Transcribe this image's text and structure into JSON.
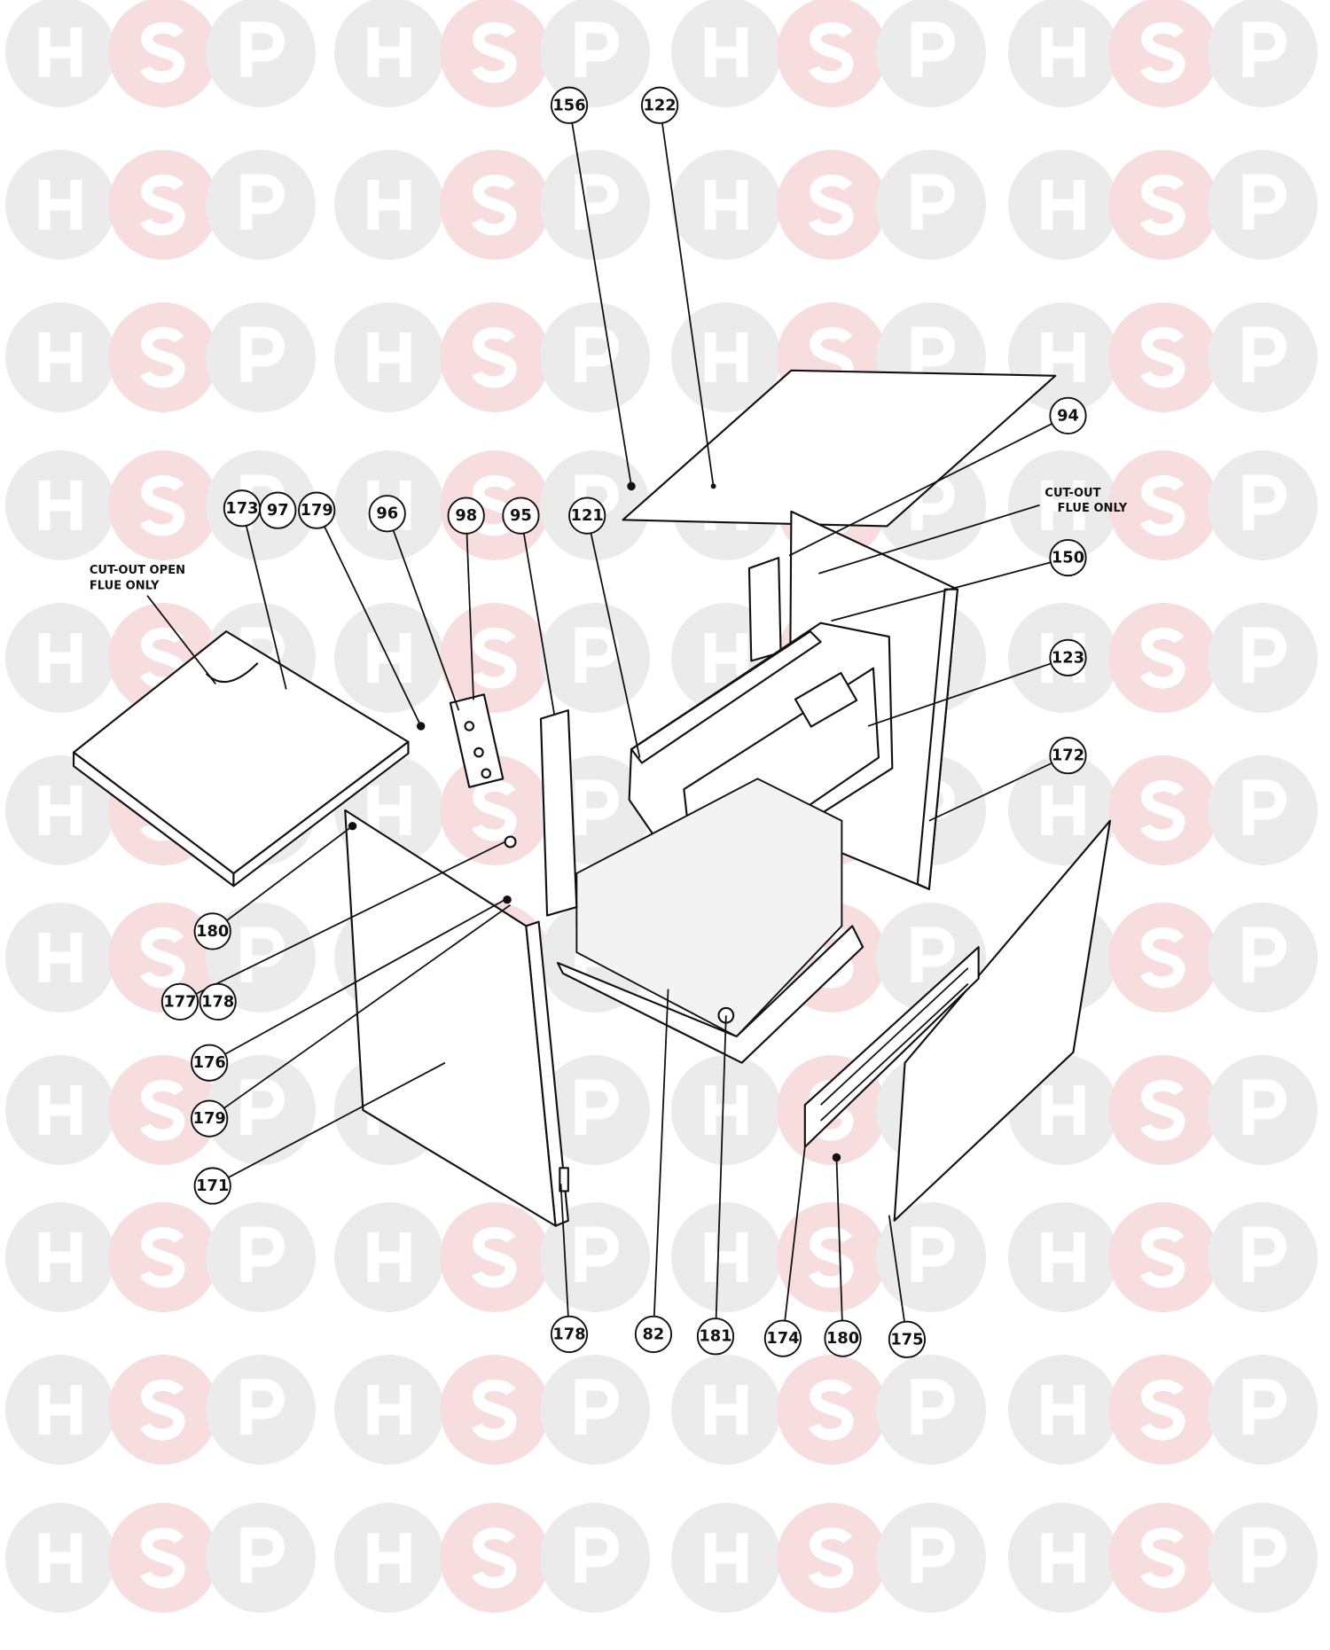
{
  "watermark": {
    "letters": [
      "H",
      "S",
      "P"
    ],
    "colors": {
      "h": "#ebebeb",
      "s": "#f7dddd",
      "p": "#ebebeb"
    }
  },
  "notes": {
    "left_cutout": [
      "CUT-OUT OPEN",
      "FLUE ONLY"
    ],
    "right_cutout": [
      "CUT-OUT",
      "FLUE ONLY"
    ]
  },
  "callouts": [
    {
      "label": "156"
    },
    {
      "label": "122"
    },
    {
      "label": "94"
    },
    {
      "label": "150"
    },
    {
      "label": "123"
    },
    {
      "label": "172"
    },
    {
      "label": "173"
    },
    {
      "label": "97"
    },
    {
      "label": "179"
    },
    {
      "label": "96"
    },
    {
      "label": "98"
    },
    {
      "label": "95"
    },
    {
      "label": "121"
    },
    {
      "label": "180"
    },
    {
      "label": "177"
    },
    {
      "label": "178"
    },
    {
      "label": "176"
    },
    {
      "label": "179"
    },
    {
      "label": "171"
    },
    {
      "label": "178"
    },
    {
      "label": "82"
    },
    {
      "label": "181"
    },
    {
      "label": "174"
    },
    {
      "label": "180"
    },
    {
      "label": "175"
    }
  ]
}
